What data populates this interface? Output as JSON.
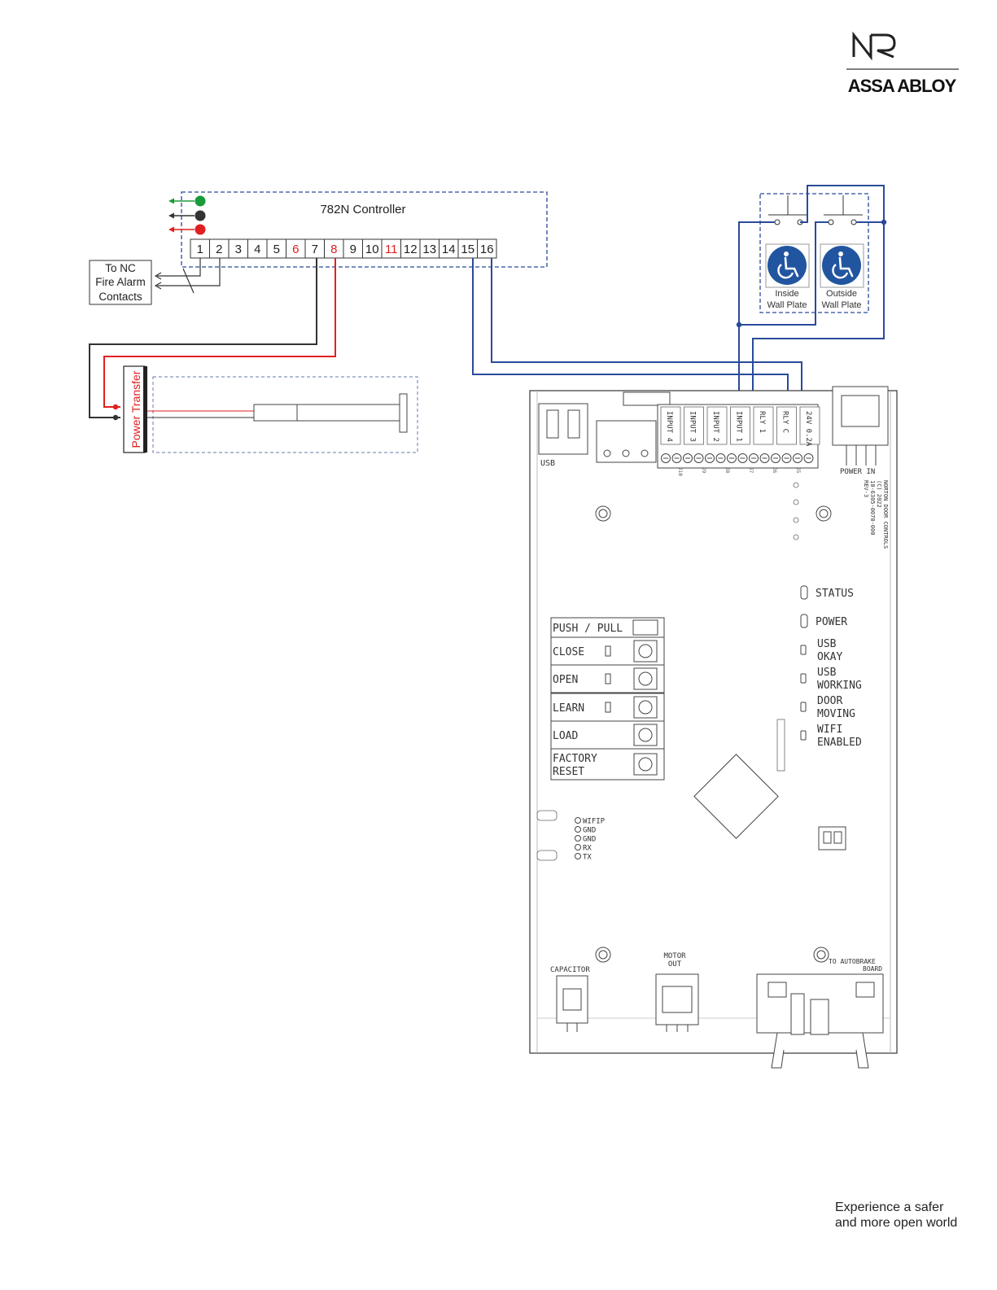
{
  "brand": {
    "company": "ASSA ABLOY",
    "tagline_line1": "Experience a safer",
    "tagline_line2": "and more open world"
  },
  "controller": {
    "title": "782N Controller",
    "terminals": [
      "1",
      "2",
      "3",
      "4",
      "5",
      "6",
      "7",
      "8",
      "9",
      "10",
      "11",
      "12",
      "13",
      "14",
      "15",
      "16"
    ],
    "red_terminals": [
      "6",
      "8",
      "11"
    ],
    "led_colors": [
      "#1a9a3a",
      "#333333",
      "#e02020"
    ]
  },
  "fire_alarm": {
    "line1": "To NC",
    "line2": "Fire Alarm",
    "line3": "Contacts"
  },
  "power_transfer": {
    "label": "Power Transfer"
  },
  "wall_plates": {
    "inside_line1": "Inside",
    "inside_line2": "Wall Plate",
    "outside_line1": "Outside",
    "outside_line2": "Wall Plate",
    "icon": "wheelchair-accessible-icon"
  },
  "board": {
    "usb": "USB",
    "power_in": "POWER IN",
    "terminals": [
      "INPUT 4",
      "INPUT 3",
      "INPUT 2",
      "INPUT 1",
      "RLY 1",
      "RLY C",
      "24V 0.2A"
    ],
    "connector_labels": [
      "J10",
      "J9",
      "J8",
      "J7",
      "J6",
      "J5"
    ],
    "manufacturer_lines": [
      "NORTON DOOR CONTROLS",
      "(C) 2022",
      "10-6305-0070-000",
      "REV-3"
    ],
    "leds": [
      {
        "line1": "STATUS",
        "line2": ""
      },
      {
        "line1": "POWER",
        "line2": ""
      },
      {
        "line1": "USB",
        "line2": "OKAY"
      },
      {
        "line1": "USB",
        "line2": "WORKING"
      },
      {
        "line1": "DOOR",
        "line2": "MOVING"
      },
      {
        "line1": "WIFI",
        "line2": "ENABLED"
      }
    ],
    "buttons": [
      {
        "line1": "PUSH / PULL",
        "line2": ""
      },
      {
        "line1": "CLOSE",
        "line2": ""
      },
      {
        "line1": "OPEN",
        "line2": ""
      },
      {
        "line1": "LEARN",
        "line2": ""
      },
      {
        "line1": "LOAD",
        "line2": ""
      },
      {
        "line1": "FACTORY",
        "line2": "RESET"
      }
    ],
    "header_pins": [
      "WIFIP",
      "GND",
      "GND",
      "RX",
      "TX"
    ],
    "capacitor": "CAPACITOR",
    "motor_out_line1": "MOTOR",
    "motor_out_line2": "OUT",
    "autobrake_line1": "TO AUTOBRAKE",
    "autobrake_line2": "BOARD"
  }
}
